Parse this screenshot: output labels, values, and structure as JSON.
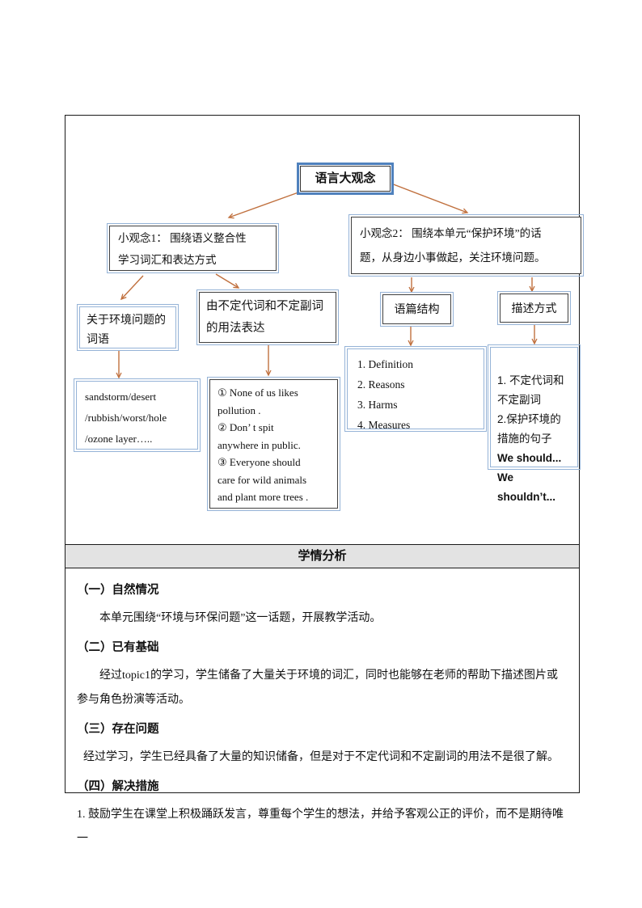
{
  "colors": {
    "arrow-color": "#C0703E",
    "box-blue": "#95B3D7",
    "box-blue-strong": "#4F81BD",
    "box-dark": "#404040",
    "header-bg": "#E3E3E3",
    "frame-border": "#1a1a1a"
  },
  "diagram": {
    "title": "语言大观念",
    "concept1_lines": [
      "小观念1：  围绕语义整合性",
      "学习词汇和表达方式"
    ],
    "concept2_lines": [
      "小观念2：  围绕本单元“保护环境”的话",
      "题，从身边小事做起，关注环境问题。"
    ],
    "branch_words_lines": [
      "关于环境问题的",
      "词语"
    ],
    "branch_grammar_lines": [
      "由不定代词和不定副词",
      "的用法表达"
    ],
    "branch_structure": "语篇结构",
    "branch_description": "描述方式",
    "leaf_vocab_lines": [
      "sandstorm/desert",
      "/rubbish/worst/hole",
      "/ozone layer….."
    ],
    "leaf_sentences_lines": [
      "① None of us likes",
      "pollution .",
      "② Don’ t spit",
      "anywhere in public.",
      "③ Everyone should",
      "care for wild animals",
      "and plant more trees ."
    ],
    "leaf_structure_lines": [
      "1. Definition",
      "2. Reasons",
      "3. Harms",
      "4. Measures"
    ],
    "leaf_description_cn_lines": [
      "1.  不定代词和",
      "不定副词",
      "2.保护环境的",
      "措施的句子"
    ],
    "leaf_description_en_lines": [
      "We should...",
      "We shouldn’t..."
    ]
  },
  "analysis": {
    "header": "学情分析",
    "sections": [
      {
        "heading": "（一）自然情况",
        "body": "本单元围绕“环境与环保问题”这一话题，开展教学活动。"
      },
      {
        "heading": "（二）已有基础",
        "body": "经过topic1的学习，学生储备了大量关于环境的词汇，同时也能够在老师的帮助下描述图片或参与角色扮演等活动。"
      },
      {
        "heading": "（三）存在问题",
        "body": "经过学习，学生已经具备了大量的知识储备，但是对于不定代词和不定副词的用法不是很了解。"
      },
      {
        "heading": "（四）解决措施",
        "body": "1.  鼓励学生在课堂上积极踊跃发言，尊重每个学生的想法，并给予客观公正的评价，而不是期待唯一"
      }
    ]
  }
}
